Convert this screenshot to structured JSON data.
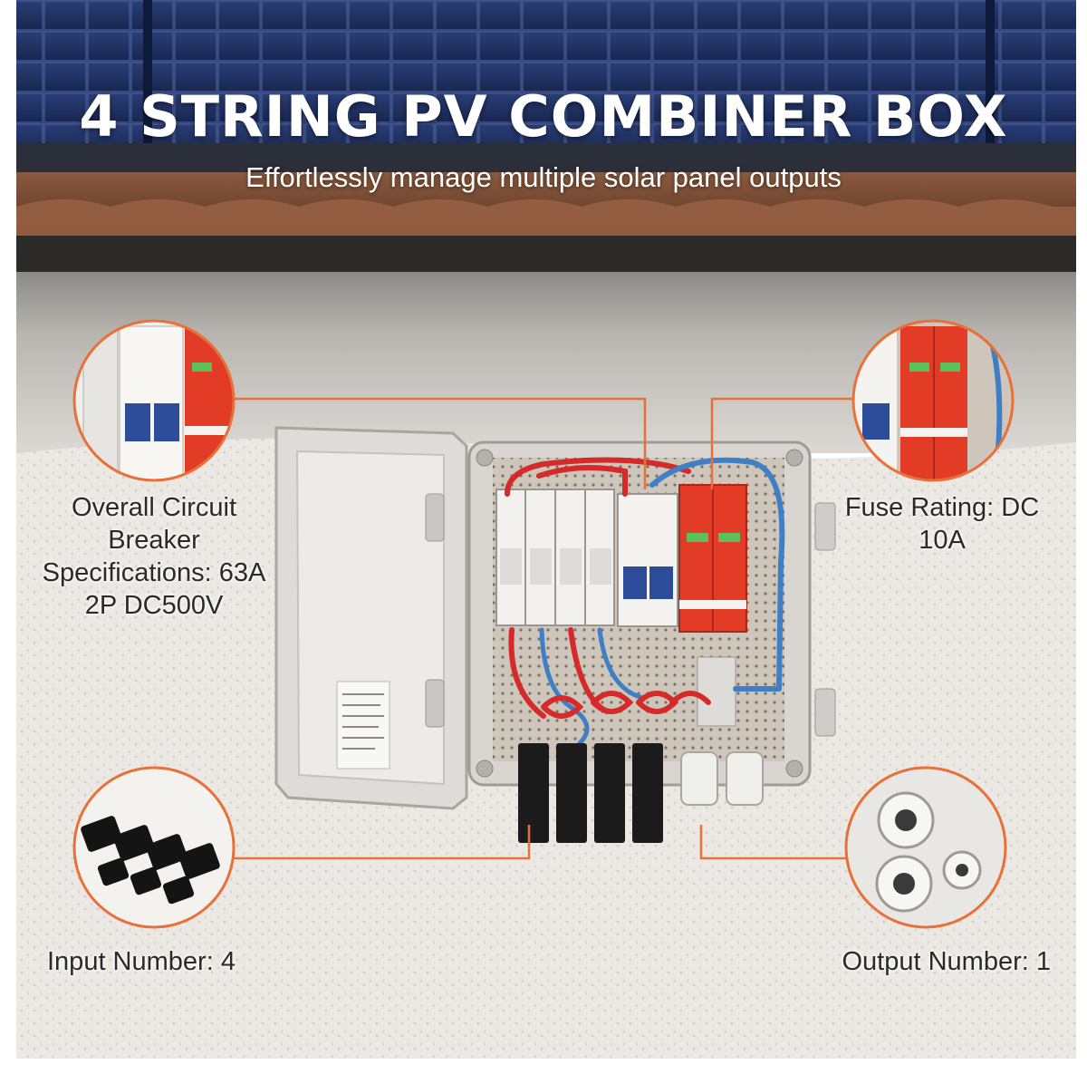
{
  "banner": {
    "title": "4 STRING PV COMBINER BOX",
    "subtitle": "Effortlessly manage multiple solar panel outputs"
  },
  "specs": {
    "breaker": "Overall Circuit Breaker Specifications: 63A 2P DC500V",
    "fuse": "Fuse Rating: DC 10A",
    "input": "Input Number: 4",
    "output": "Output Number: 1"
  },
  "colors": {
    "accent": "#e8703a",
    "surge_red": "#e23b26",
    "wire_blue": "#3f7fc6",
    "wall": "#e9e6e1",
    "panel_blue": "#1e3260"
  }
}
